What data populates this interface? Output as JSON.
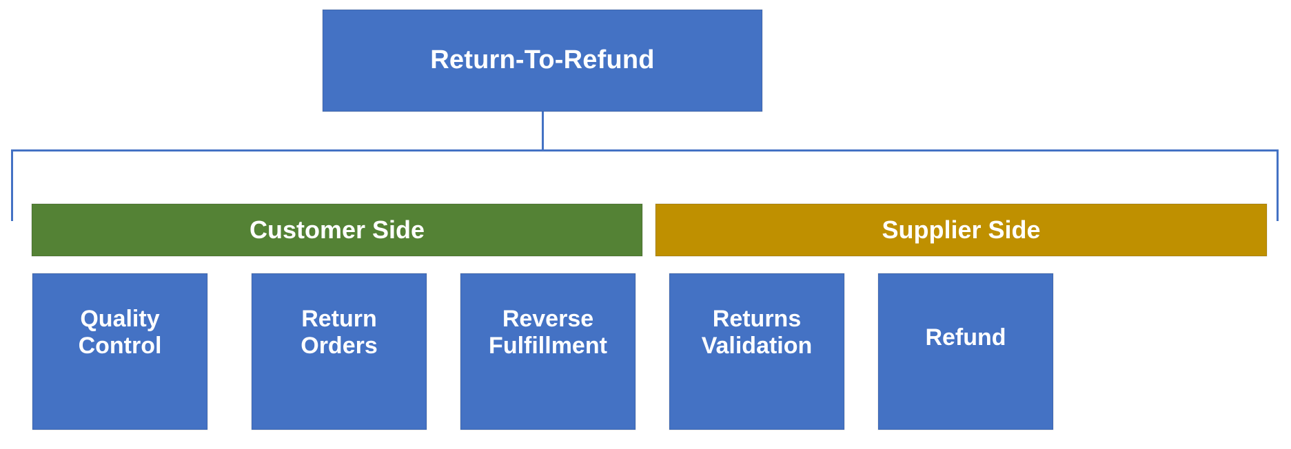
{
  "diagram": {
    "title": "Return-To-Refund",
    "type": "organization-hierarchy",
    "colors": {
      "node_blue": "#4472C4",
      "customer_green": "#548235",
      "supplier_gold": "#BF9000",
      "connector_blue": "#4472C4",
      "text": "#FFFFFF",
      "background": "#FFFFFF"
    },
    "root": {
      "label": "Return-To-Refund",
      "color": "#4472C4"
    },
    "groups": [
      {
        "label": "Customer Side",
        "color": "#548235"
      },
      {
        "label": "Supplier Side",
        "color": "#BF9000"
      }
    ],
    "leaves": [
      {
        "label": "Quality\nControl",
        "color": "#4472C4"
      },
      {
        "label": "Return\nOrders",
        "color": "#4472C4"
      },
      {
        "label": "Reverse\nFulfillment",
        "color": "#4472C4"
      },
      {
        "label": "Returns\nValidation",
        "color": "#4472C4"
      },
      {
        "label": "Refund",
        "color": "#4472C4"
      }
    ]
  }
}
